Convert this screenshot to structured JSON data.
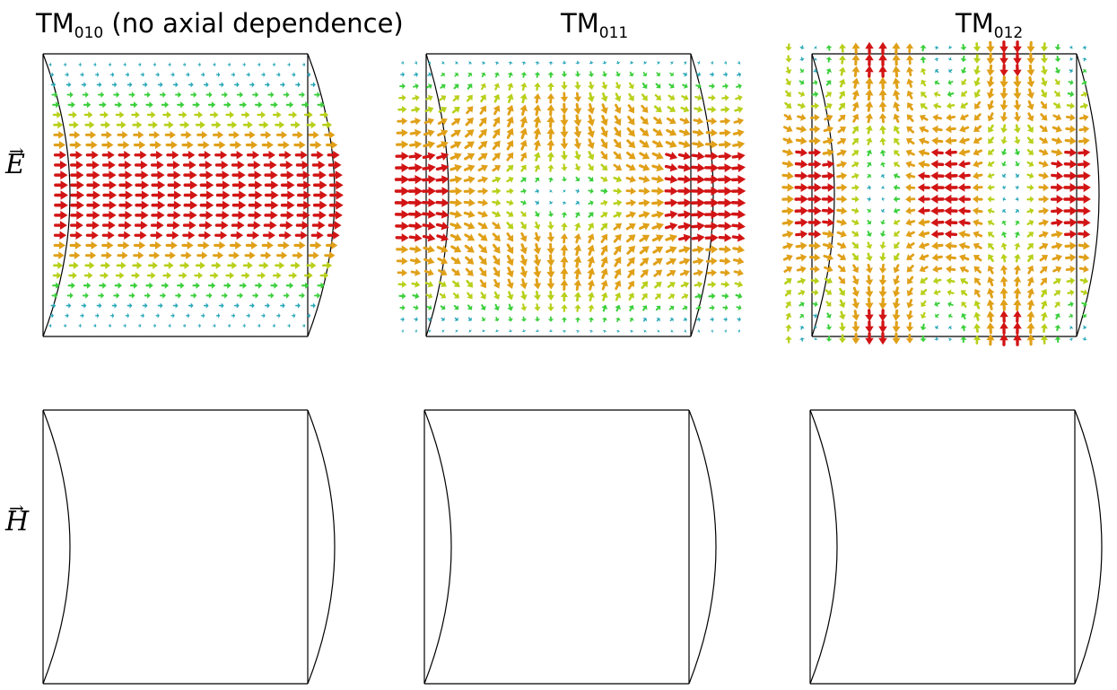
{
  "columns": [
    {
      "mode": "TM",
      "subscript": "010",
      "note": " (no axial dependence)"
    },
    {
      "mode": "TM",
      "subscript": "011",
      "note": ""
    },
    {
      "mode": "TM",
      "subscript": "012",
      "note": ""
    }
  ],
  "rows": [
    {
      "label": "E",
      "arrow": "→"
    },
    {
      "label": "H",
      "arrow": "→"
    }
  ],
  "colors": {
    "strong": "#d21414",
    "medium_high": "#e0a018",
    "medium": "#b8d01a",
    "low": "#3ccf3c",
    "weak": "#2aa8b8",
    "outline": "#000000"
  }
}
